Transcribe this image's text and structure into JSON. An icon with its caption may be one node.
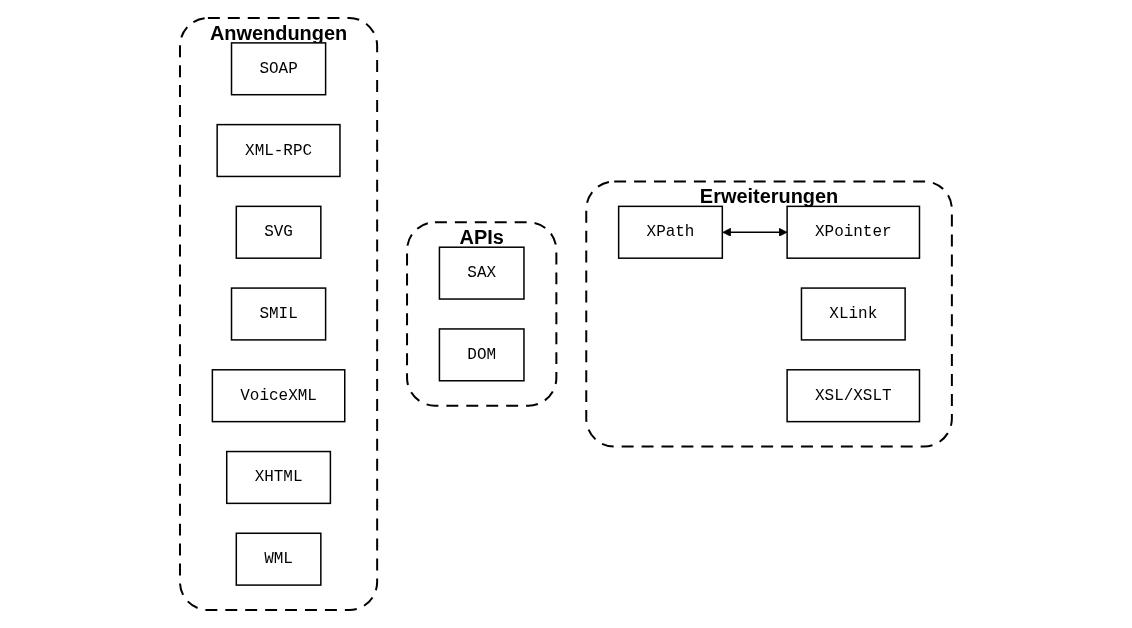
{
  "diagram": {
    "nodes": [
      {
        "text": [
          "Erweiterungen"
        ]
      },
      {
        "text": [
          "XPath"
        ],
        "in": 0
      },
      {
        "text": [
          "XPointer"
        ],
        "in": 0
      },
      {
        "text": [
          "XLink"
        ],
        "in": 0
      },
      {
        "text": [
          "XSL/XSLT"
        ],
        "in": 0
      },
      {
        "text": [
          "APIs"
        ]
      },
      {
        "text": [
          "SAX"
        ],
        "in": 5
      },
      {
        "text": [
          "DOM"
        ],
        "in": 5
      },
      {
        "text": [
          "Anwendungen"
        ]
      },
      {
        "text": [
          "SOAP"
        ],
        "in": 8
      },
      {
        "text": [
          "XML-RPC"
        ],
        "in": 8
      },
      {
        "text": [
          "SVG"
        ],
        "in": 8
      },
      {
        "text": [
          "SMIL"
        ],
        "in": 8
      },
      {
        "text": [
          "VoiceXML"
        ],
        "in": 8
      },
      {
        "text": [
          "XHTML"
        ],
        "in": 8
      },
      {
        "text": [
          "WML"
        ],
        "in": 8
      }
    ],
    "edges": [
      {
        "from": 1,
        "to": 2,
        "arrow": "both"
      }
    ]
  }
}
